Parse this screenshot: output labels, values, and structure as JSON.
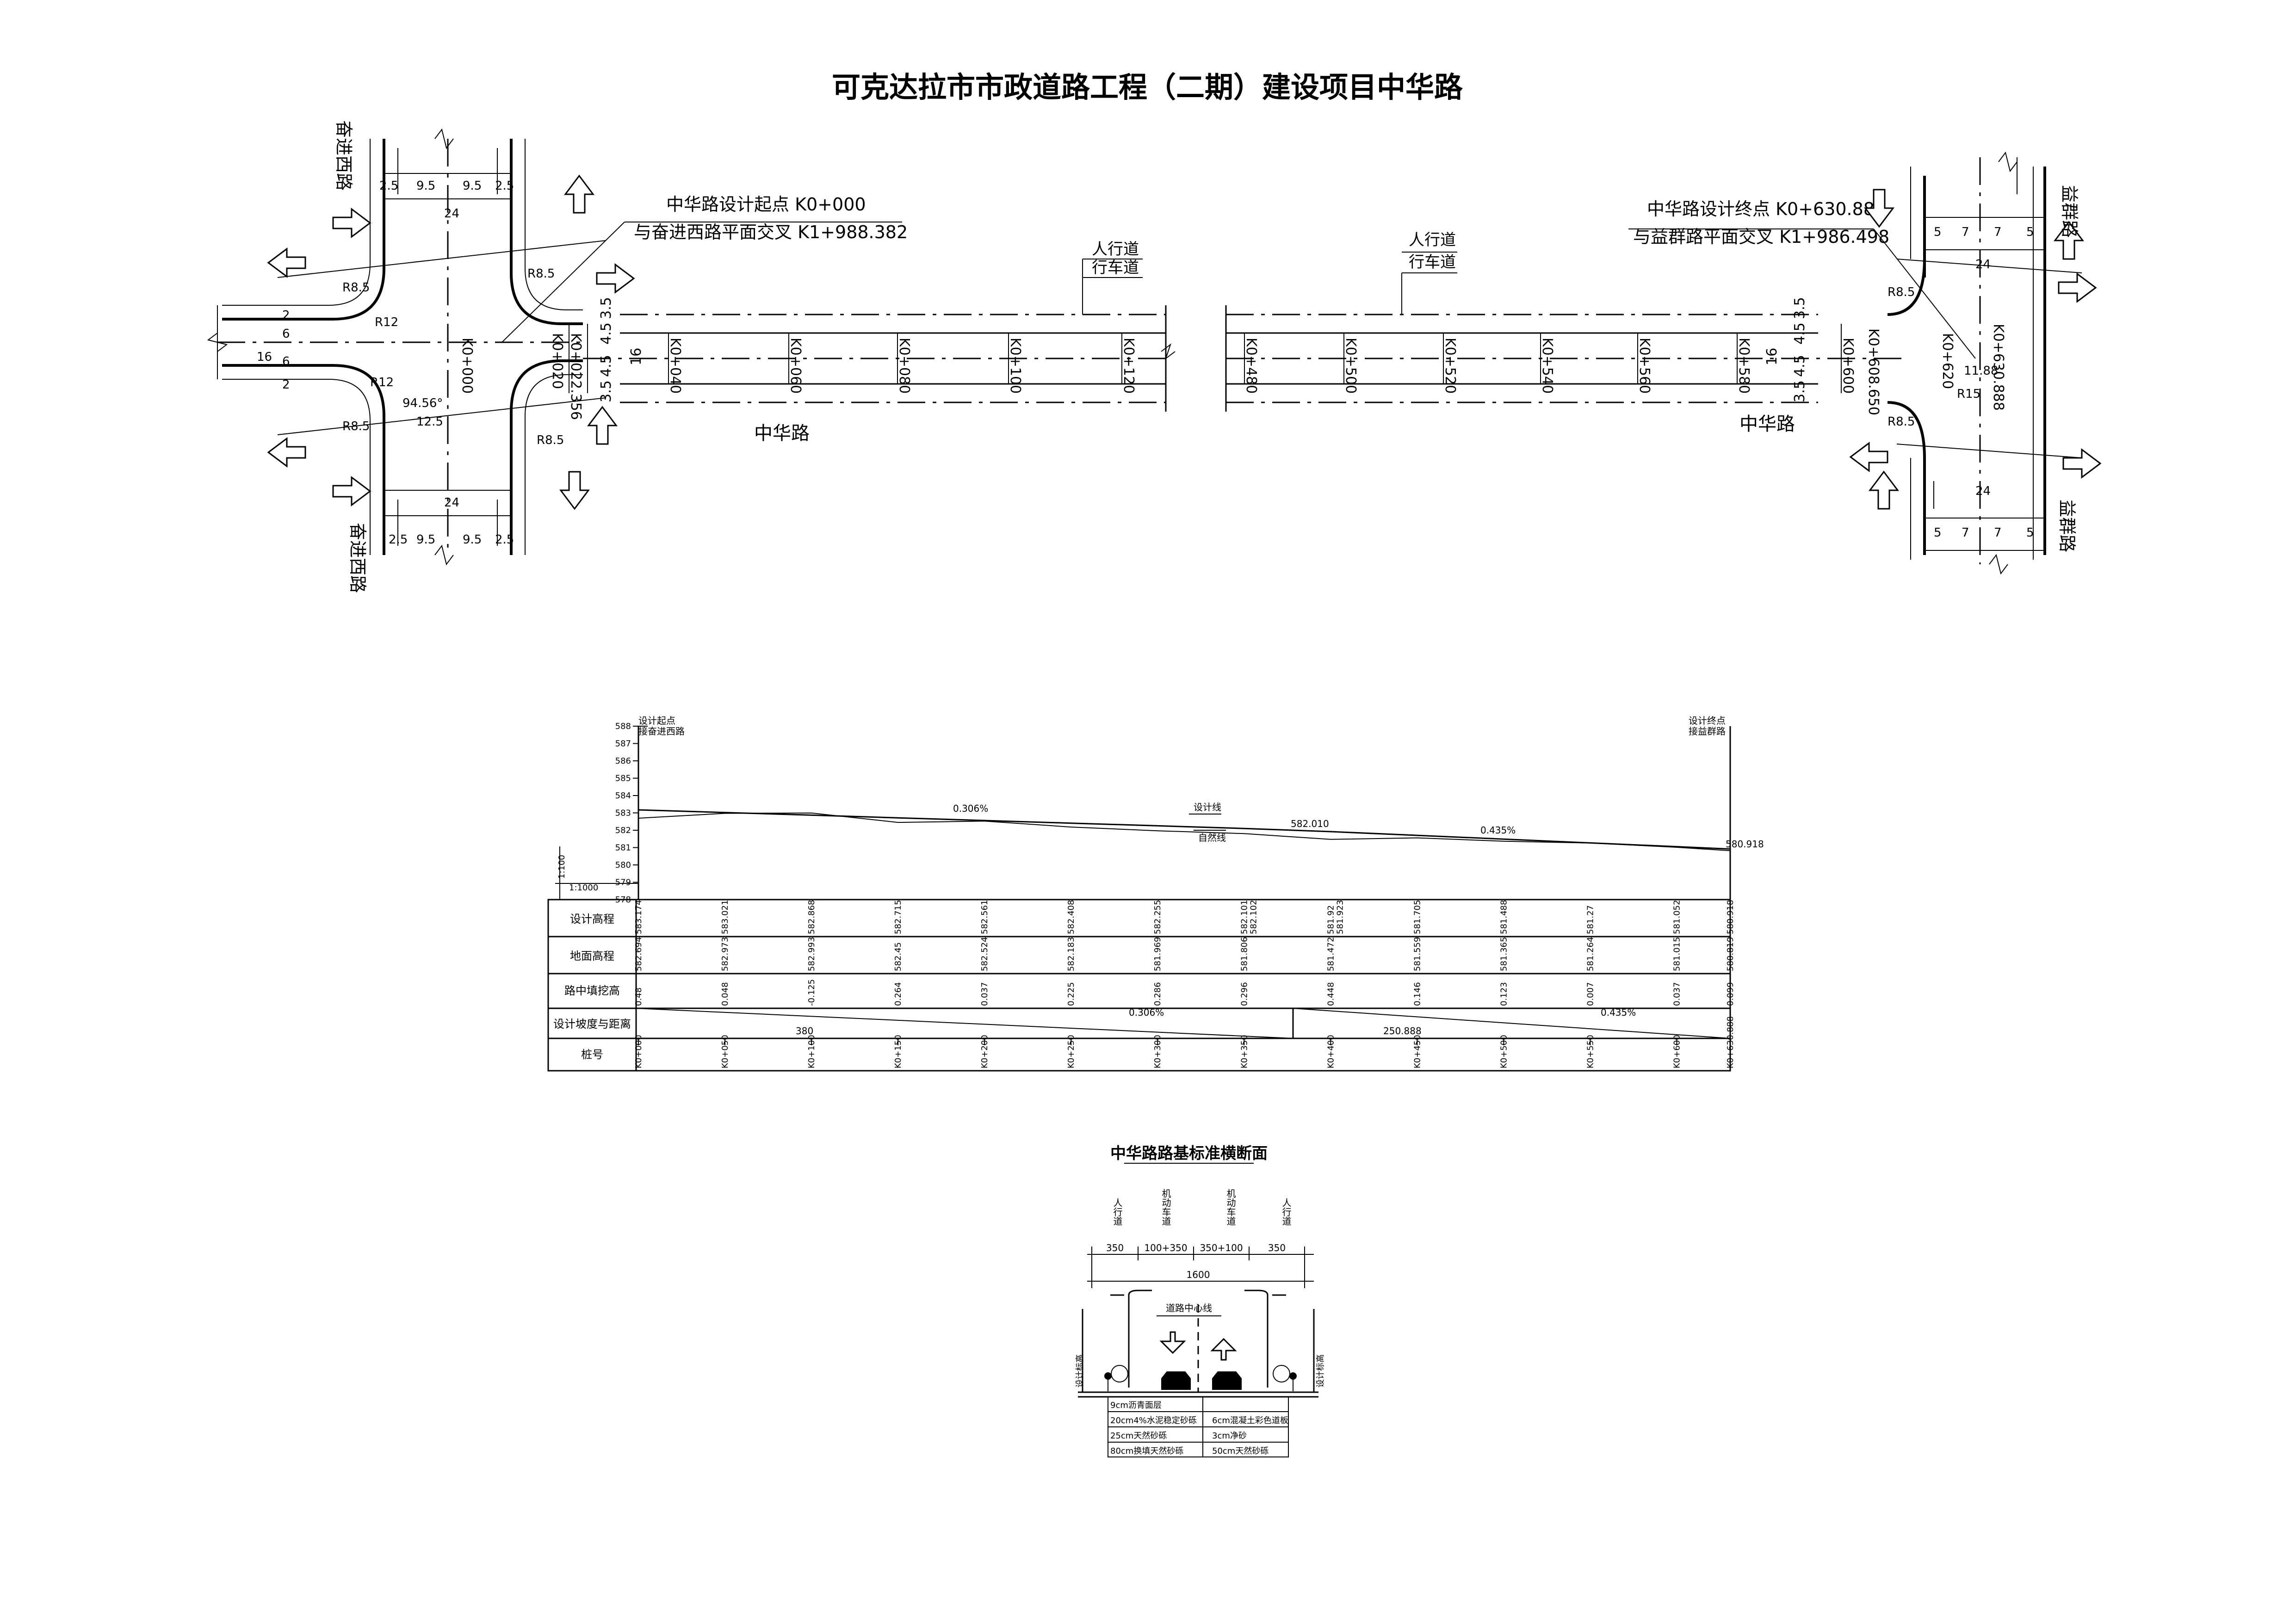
{
  "title": "可克达拉市市政道路工程（二期）建设项目中华路",
  "plan": {
    "start_label": "中华路设计起点 K0+000",
    "start_intersect": "与奋进西路平面交叉 K1+988.382",
    "end_label": "中华路设计终点 K0+630.888",
    "end_intersect": "与益群路平面交叉 K1+986.498",
    "road_name": "中华路",
    "west_road": "奋进西路",
    "east_road": "益群路",
    "sidewalk": "人行道",
    "carriageway": "行车道",
    "left_stations": [
      "K0+000",
      "K0+020",
      "K0+022.356",
      "K0+040",
      "K0+060",
      "K0+080",
      "K0+100",
      "K0+120"
    ],
    "right_stations": [
      "K0+480",
      "K0+500",
      "K0+520",
      "K0+540",
      "K0+560",
      "K0+580",
      "K0+600",
      "K0+608.650",
      "K0+620",
      "K0+630.888"
    ],
    "dims": {
      "d16": "16",
      "d6": "6",
      "d2": "2",
      "d35": "3.5",
      "d45": "4.5",
      "d95": "9.5",
      "d25": "2.5",
      "d24": "24",
      "d5": "5",
      "d7": "7",
      "r85": "R8.5",
      "r12": "R12",
      "r15": "R15",
      "ang": "94.56°",
      "dim125": "12.5",
      "dim1188": "11.88"
    }
  },
  "profile": {
    "start_text1": "设计起点",
    "start_text2": "接奋进西路",
    "end_text1": "设计终点",
    "end_text2": "接益群路",
    "scale_v": "1:100",
    "scale_h": "1:1000",
    "grade1": "0.306%",
    "grade2": "0.435%",
    "label_design": "设计线",
    "label_ground": "自然线",
    "elev_mid": "582.010",
    "elev_end": "580.918",
    "y_ticks": [
      "588",
      "587",
      "586",
      "585",
      "584",
      "583",
      "582",
      "581",
      "580",
      "579",
      "578"
    ],
    "row_labels": [
      "设计高程",
      "地面高程",
      "路中填挖高",
      "设计坡度与距离",
      "桩号"
    ],
    "design_elev": [
      "583.174",
      "583.021",
      "582.868",
      "582.715",
      "582.561",
      "582.408",
      "582.255",
      "582.101",
      "581.92",
      "581.705",
      "581.488",
      "581.27",
      "581.052",
      "580.918"
    ],
    "design_elev_extra": [
      "582.102",
      "581.923"
    ],
    "ground_elev": [
      "582.694",
      "582.973",
      "582.993",
      "582.45",
      "582.524",
      "582.183",
      "581.969",
      "581.806",
      "581.472",
      "581.559",
      "581.365",
      "581.264",
      "581.015",
      "580.819"
    ],
    "fill_cut": [
      "0.48",
      "0.048",
      "-0.125",
      "0.264",
      "0.037",
      "0.225",
      "0.286",
      "0.296",
      "0.448",
      "0.146",
      "0.123",
      "0.007",
      "0.037",
      "0.099"
    ],
    "slope_dist": [
      "380",
      "250.888"
    ],
    "stations": [
      "K0+000",
      "K0+050",
      "K0+100",
      "K0+150",
      "K0+200",
      "K0+250",
      "K0+300",
      "K0+350",
      "K0+400",
      "K0+450",
      "K0+500",
      "K0+550",
      "K0+600",
      "K0+630.888"
    ]
  },
  "section": {
    "title": "中华路路基标准横断面",
    "lane_labels": [
      "人行道",
      "机动车道",
      "机动车道",
      "人行道"
    ],
    "widths": [
      "350",
      "100+350",
      "350+100",
      "350"
    ],
    "total": "1600",
    "centerline": "道路中心线",
    "side_label": "设计标高",
    "left_layers": [
      "9cm沥青面层",
      "20cm4%水泥稳定砂砾",
      "25cm天然砂砾",
      "80cm换填天然砂砾"
    ],
    "right_layers": [
      "6cm混凝土彩色道板",
      "3cm净砂",
      "50cm天然砂砾"
    ]
  }
}
